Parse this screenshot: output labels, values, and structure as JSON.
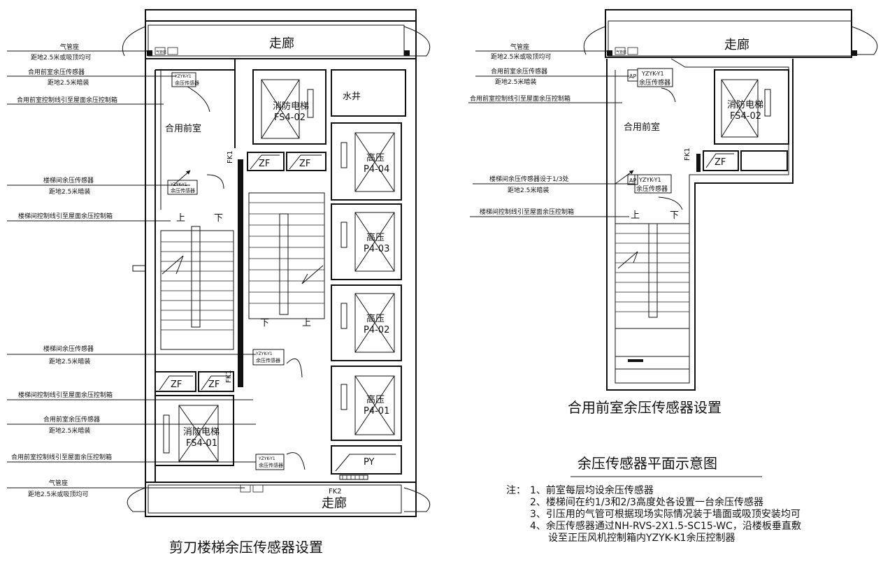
{
  "left_plan": {
    "title": "剪刀楼梯余压传感器设置",
    "corridor_top": "走廊",
    "corridor_bottom": "走廊",
    "front_room": "合用前室",
    "elevator_top": {
      "name": "消防电梯",
      "code": "FS4-02"
    },
    "elevator_bottom": {
      "name": "消防电梯",
      "code": "FS4-01"
    },
    "water_shaft": "水井",
    "hv_shafts": [
      {
        "name": "高压",
        "code": "P4-04"
      },
      {
        "name": "高压",
        "code": "P4-03"
      },
      {
        "name": "高压",
        "code": "P4-02"
      },
      {
        "name": "高压",
        "code": "P4-01"
      }
    ],
    "zf": "ZF",
    "py": "PY",
    "fk1": "FK1",
    "fk2": "FK2",
    "up": "上",
    "down": "下",
    "sensor_tag": {
      "model": "YZYK-Y1",
      "label": "余压传感器"
    },
    "gas_tag": "气管座",
    "callouts": [
      {
        "title": "气管座",
        "detail": "距地2.5米或吸顶均可"
      },
      {
        "title": "合用前室余压传感器",
        "detail": "距地2.5米暗装"
      },
      {
        "title": "合用前室控制线引至屋面余压控制箱",
        "detail": ""
      },
      {
        "title": "楼梯间余压传感器",
        "detail": "距地2.5米暗装"
      },
      {
        "title": "楼梯间控制线引至屋面余压控制箱",
        "detail": ""
      },
      {
        "title": "楼梯间余压传感器",
        "detail": "距地2.5米暗装"
      },
      {
        "title": "楼梯间控制线引至屋面余压控制箱",
        "detail": ""
      },
      {
        "title": "合用前室余压传感器",
        "detail": "距地2.5米暗装"
      },
      {
        "title": "合用前室控制线引至屋面余压控制箱",
        "detail": ""
      },
      {
        "title": "气管座",
        "detail": "距地2.5米或吸顶均可"
      }
    ]
  },
  "right_plan": {
    "title": "合用前室余压传感器设置",
    "corridor": "走廊",
    "front_room": "合用前室",
    "elevator": {
      "name": "消防电梯",
      "code": "FS4-02"
    },
    "zf": "ZF",
    "fk1": "FK1",
    "up": "上",
    "down": "下",
    "ap": "AP",
    "sensor_tag": {
      "model": "YZYK-Y1",
      "label": "余压传感器"
    },
    "gas_tag": "气管座",
    "callouts": [
      {
        "title": "气管座",
        "detail": "距地2.5米或吸顶均可"
      },
      {
        "title": "合用前室余压传感器",
        "detail": "距地2.5米暗装"
      },
      {
        "title": "合用前室控制线引至屋面余压控制箱",
        "detail": ""
      },
      {
        "title": "楼梯间余压传感器设于1/3处",
        "detail": "距地2.5米暗装"
      },
      {
        "title": "楼梯间控制线引至屋面余压控制箱",
        "detail": ""
      }
    ]
  },
  "schematic_title": "余压传感器平面示意图",
  "notes": {
    "prefix": "注：",
    "items": [
      "1、前室每层均设余压传感器",
      "2、楼梯间在约1/3和2/3高度处各设置一台余压传感器",
      "3、引压用的气管可根据现场实际情况装于墙面或吸顶安装均可",
      "4、余压传感器通过NH-RVS-2X1.5-SC15-WC，沿楼板垂直敷",
      "设至正压风机控制箱内YZYK-K1余压控制器"
    ]
  }
}
